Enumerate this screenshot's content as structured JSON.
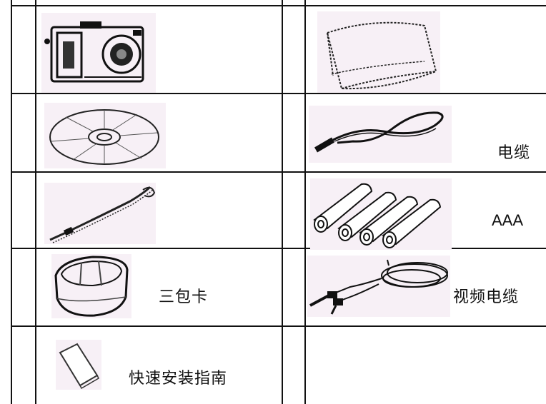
{
  "items": [
    {
      "icon": "digital-camera-icon",
      "label": ""
    },
    {
      "icon": "camera-pouch-icon",
      "label": ""
    },
    {
      "icon": "cd-rom-icon",
      "label": ""
    },
    {
      "icon": "usb-cable-icon",
      "label": "电缆"
    },
    {
      "icon": "wrist-strap-icon",
      "label": ""
    },
    {
      "icon": "aaa-batteries-icon",
      "label": "AAA"
    },
    {
      "icon": "camera-case-icon",
      "label": "三包卡"
    },
    {
      "icon": "video-cable-icon",
      "label": "视频电缆"
    },
    {
      "icon": "quick-guide-booklet-icon",
      "label": "快速安装指南"
    },
    {
      "icon": "",
      "label": ""
    }
  ]
}
